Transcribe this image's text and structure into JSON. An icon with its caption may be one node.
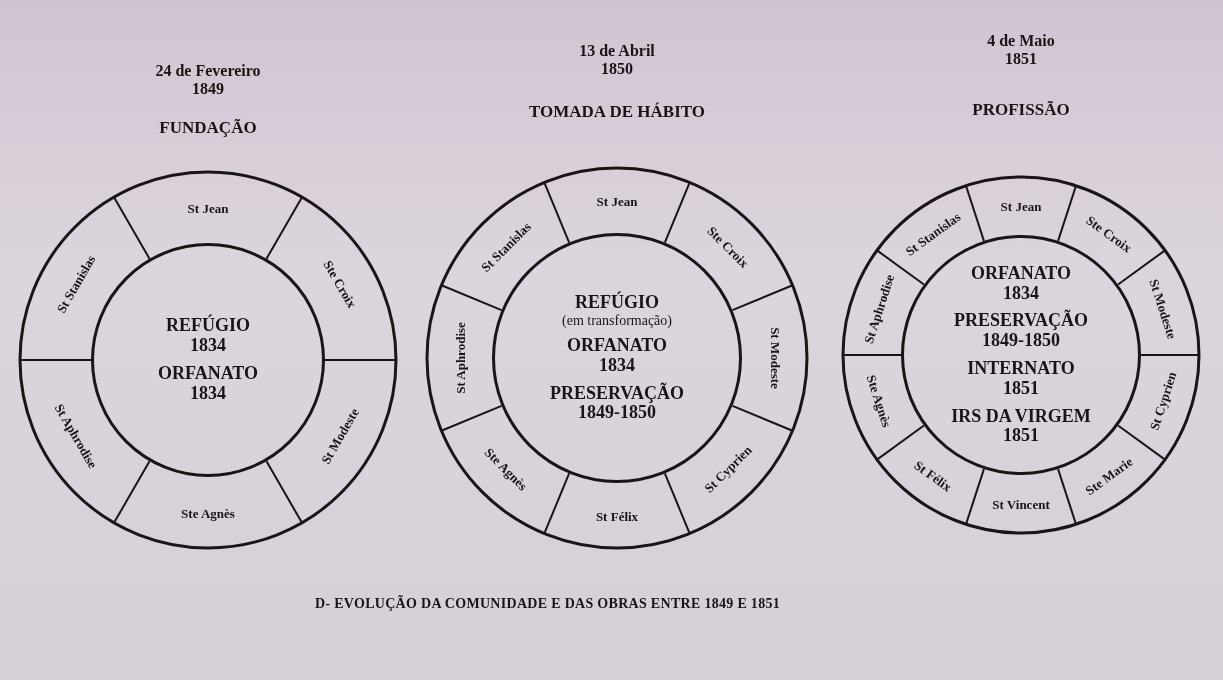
{
  "diagram": {
    "caption": "D- EVOLUÇÃO DA COMUNIDADE E DAS OBRAS ENTRE 1849 E 1851",
    "nodes": [
      {
        "text": [
          "FUNDAÇÃO"
        ]
      },
      {
        "text": [
          "REFÚGIO 1834",
          "ORFANATO 1834"
        ],
        "in": 0
      },
      {
        "text": [
          "St Jean"
        ],
        "in": 0
      },
      {
        "text": [
          "Ste Croix"
        ],
        "in": 0
      },
      {
        "text": [
          "St Modeste"
        ],
        "in": 0
      },
      {
        "text": [
          "Ste Agnès"
        ],
        "in": 0
      },
      {
        "text": [
          "St Aphrodise"
        ],
        "in": 0
      },
      {
        "text": [
          "St Stanislas"
        ],
        "in": 0
      },
      {
        "text": [
          "TOMADA DE HÁBITO"
        ]
      },
      {
        "text": [
          "**REFÚGIO** (em transformação)",
          "ORFANATO 1834",
          "PRESERVAÇÃO 1849-1850"
        ],
        "in": 8
      },
      {
        "text": [
          "St Jean"
        ],
        "in": 8
      },
      {
        "text": [
          "Ste Croix"
        ],
        "in": 8
      },
      {
        "text": [
          "St Modeste"
        ],
        "in": 8
      },
      {
        "text": [
          "St Cyprien"
        ],
        "in": 8
      },
      {
        "text": [
          "St Félix"
        ],
        "in": 8
      },
      {
        "text": [
          "Ste Agnès"
        ],
        "in": 8
      },
      {
        "text": [
          "St Aphrodise"
        ],
        "in": 8
      },
      {
        "text": [
          "St Stanislas"
        ],
        "in": 8
      },
      {
        "text": [
          "PROFISSÃO"
        ]
      },
      {
        "text": [
          "ORFANATO 1834",
          "PRESERVAÇÃO 1849-1850",
          "INTERNATO 1851",
          "IRS DA VIRGEM 1851"
        ],
        "in": 18
      },
      {
        "text": [
          "St Jean"
        ],
        "in": 18
      },
      {
        "text": [
          "Ste Croix"
        ],
        "in": 18
      },
      {
        "text": [
          "St Modeste"
        ],
        "in": 18
      },
      {
        "text": [
          "St Cyprien"
        ],
        "in": 18
      },
      {
        "text": [
          "Ste Marie"
        ],
        "in": 18
      },
      {
        "text": [
          "St Vincent"
        ],
        "in": 18
      },
      {
        "text": [
          "St Félix"
        ],
        "in": 18
      },
      {
        "text": [
          "Ste Agnès"
        ],
        "in": 18
      },
      {
        "text": [
          "St Aphrodise"
        ],
        "in": 18
      },
      {
        "text": [
          "St Stanislas"
        ],
        "in": 18
      }
    ],
    "edges": [],
    "labels": [
      "24 de Fevereiro 1849",
      "13 de Abril 1850",
      "4 de Maio 1851"
    ]
  }
}
